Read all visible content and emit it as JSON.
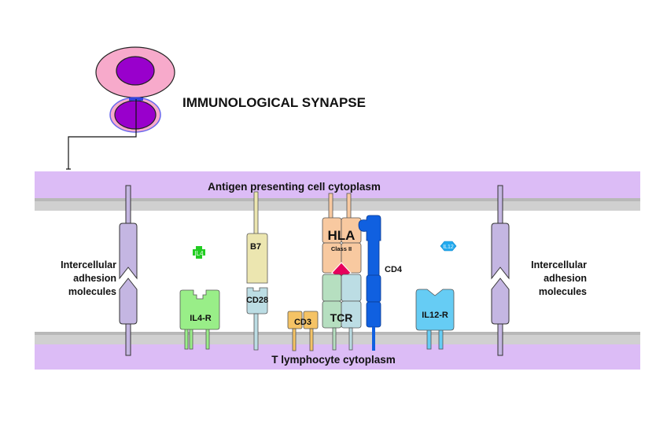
{
  "title": "IMMUNOLOGICAL SYNAPSE",
  "membranes": {
    "top_label": "Antigen presenting cell cytoplasm",
    "bottom_label": "T lymphocyte cytoplasm"
  },
  "adhesion": {
    "left_label": [
      "Intercellular",
      "adhesion",
      "molecules"
    ],
    "right_label": [
      "Intercellular",
      "adhesion",
      "molecules"
    ]
  },
  "molecules": {
    "il4": "IL4",
    "il4r": "IL4-R",
    "b7": "B7",
    "cd28": "CD28",
    "cd3": "CD3",
    "hla": "HLA",
    "hla_class": "Class  II",
    "tcr": "TCR",
    "cd4": "CD4",
    "il12": "IL12",
    "il12r": "IL12-R"
  },
  "colors": {
    "cytoplasm": "#dcbcf6",
    "membrane": "#d0d0d0",
    "adhesion": "#c4b6e2",
    "il4": "#22cc22",
    "il4r": "#99ee88",
    "b7": "#ece6b0",
    "cd28": "#bcdde4",
    "cd3": "#f5c365",
    "hla": "#f8c9a0",
    "tcr_left": "#b6dfc0",
    "tcr_right": "#bcdde4",
    "peptide": "#e6005c",
    "cd4": "#1060e0",
    "il12": "#22aaee",
    "il12r": "#66ccf4",
    "apc_cell": "#f7aacb",
    "nucleus": "#9900cc"
  }
}
